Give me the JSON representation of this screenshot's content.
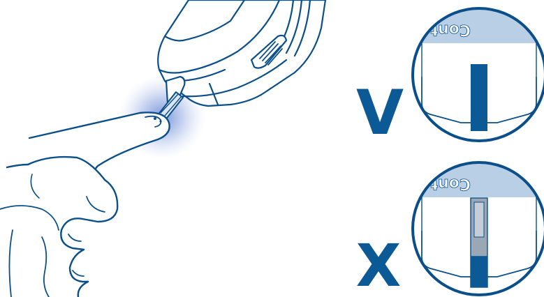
{
  "illustration": {
    "colors": {
      "line": "#0b4f8a",
      "fill_dark": "#0b5a96",
      "fill_light": "#b9cfe6",
      "strip_gray": "#9aa7b4",
      "glow": "#6f8fd6",
      "background": "#ffffff"
    },
    "icons": [
      "glucose-meter-icon",
      "finger-icon",
      "test-strip-icon",
      "correct-mark-icon",
      "incorrect-mark-icon"
    ]
  },
  "comparison": {
    "correct": {
      "mark": "V",
      "strip_label": "Conto",
      "window_fill": 1.0
    },
    "incorrect": {
      "mark": "X",
      "strip_label": "Conto",
      "window_fill": 0.35
    }
  }
}
